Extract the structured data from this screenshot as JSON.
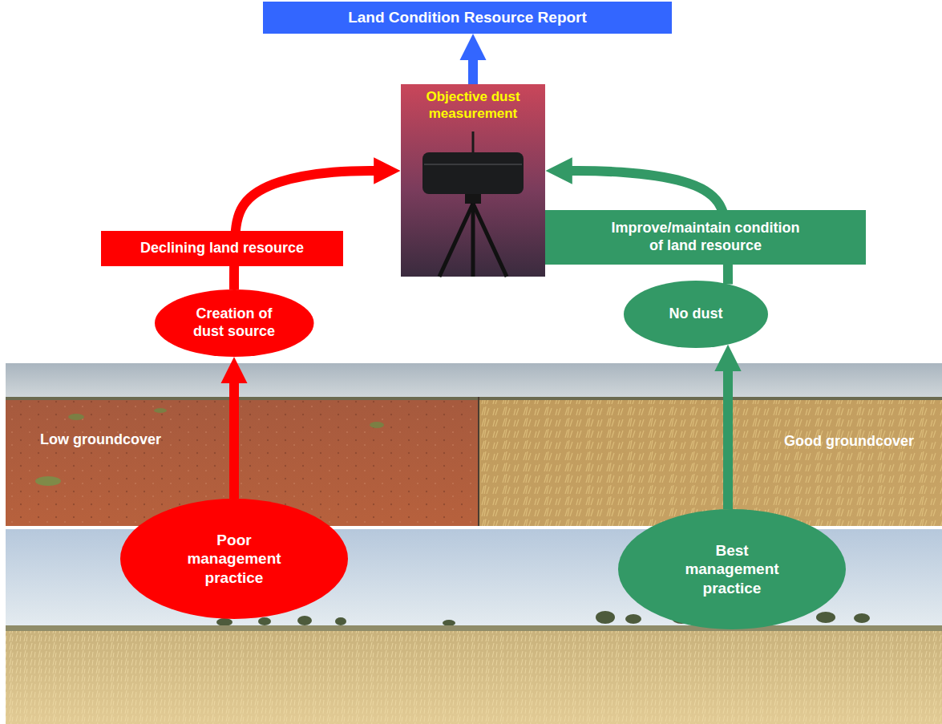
{
  "diagram": {
    "nodes": [
      {
        "text": [
          "Land Condition Resource Report"
        ]
      },
      {
        "text": [
          "Objective dust measurement"
        ]
      },
      {
        "text": [
          "Declining land resource"
        ]
      },
      {
        "text": [
          "Improve/maintain condition of land resource"
        ]
      },
      {
        "text": [
          "Creation of dust source"
        ]
      },
      {
        "text": [
          "No dust"
        ]
      },
      {
        "text": [
          "Poor management practice"
        ]
      },
      {
        "text": [
          "Best management practice"
        ]
      }
    ],
    "edges": [
      {
        "from": 6,
        "to": 4,
        "arrow": "to"
      },
      {
        "from": 4,
        "to": 1,
        "arrow": "to"
      },
      {
        "from": 7,
        "to": 5,
        "arrow": "to"
      },
      {
        "from": 5,
        "to": 1,
        "arrow": "to"
      },
      {
        "from": 1,
        "to": 0,
        "arrow": "to"
      }
    ],
    "labels": [
      "Low groundcover",
      "Good groundcover"
    ]
  }
}
